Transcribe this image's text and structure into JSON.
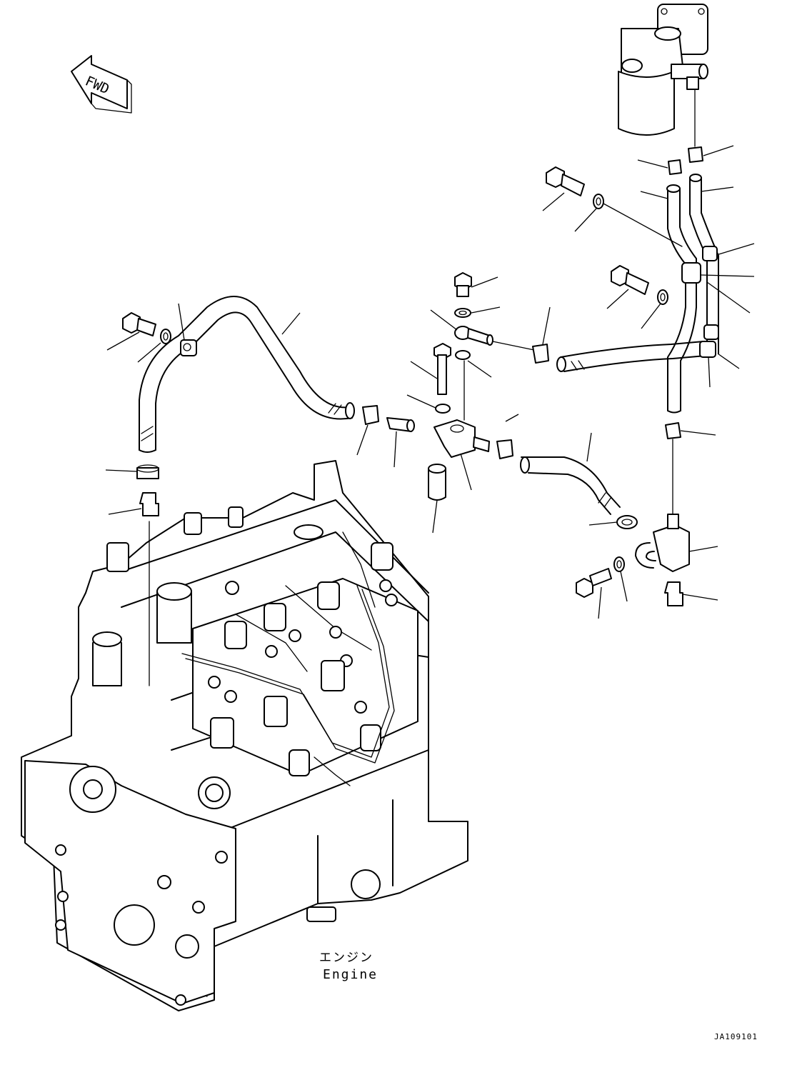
{
  "diagram": {
    "direction_arrow": {
      "label": "FWD",
      "icon": "direction-arrow-icon"
    },
    "engine_label_jp": "エンジン",
    "engine_label_en": "Engine",
    "drawing_id": "JA109101",
    "line_color": "#000000",
    "background_color": "#ffffff"
  }
}
